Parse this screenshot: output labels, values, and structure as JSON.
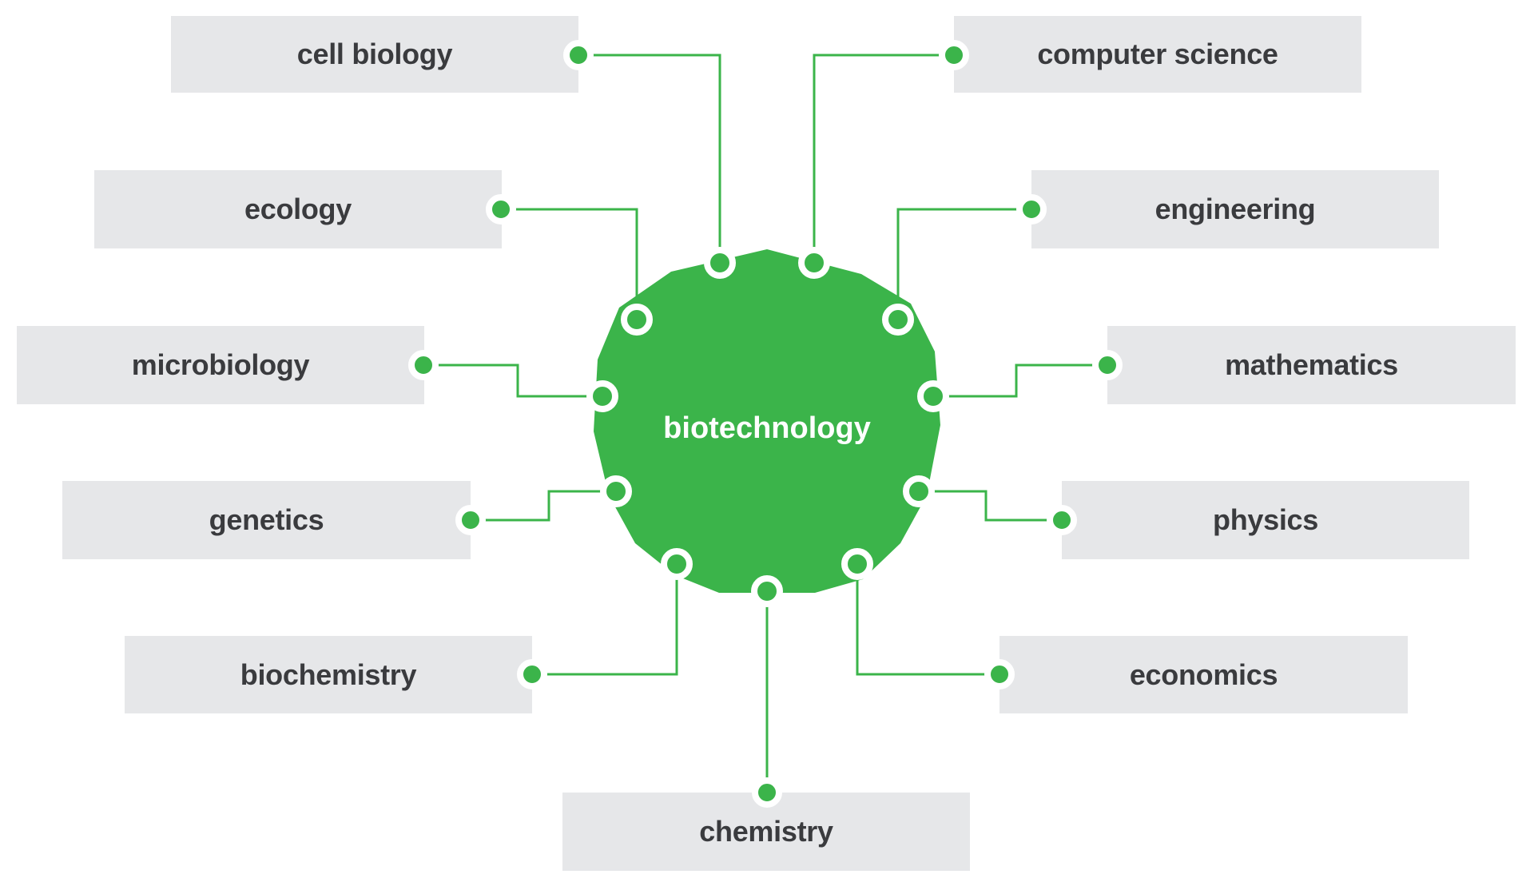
{
  "diagram": {
    "center": {
      "label": "biotechnology",
      "color": "#3bb44a"
    },
    "colors": {
      "accent": "#3bb44a",
      "box_bg": "#e6e7e9",
      "text": "#3a3b3e"
    },
    "nodes": [
      {
        "id": "cell-biology",
        "label": "cell biology",
        "side": "left"
      },
      {
        "id": "computer-science",
        "label": "computer science",
        "side": "right"
      },
      {
        "id": "ecology",
        "label": "ecology",
        "side": "left"
      },
      {
        "id": "engineering",
        "label": "engineering",
        "side": "right"
      },
      {
        "id": "microbiology",
        "label": "microbiology",
        "side": "left"
      },
      {
        "id": "mathematics",
        "label": "mathematics",
        "side": "right"
      },
      {
        "id": "genetics",
        "label": "genetics",
        "side": "left"
      },
      {
        "id": "physics",
        "label": "physics",
        "side": "right"
      },
      {
        "id": "biochemistry",
        "label": "biochemistry",
        "side": "left"
      },
      {
        "id": "economics",
        "label": "economics",
        "side": "right"
      },
      {
        "id": "chemistry",
        "label": "chemistry",
        "side": "bottom"
      }
    ]
  }
}
